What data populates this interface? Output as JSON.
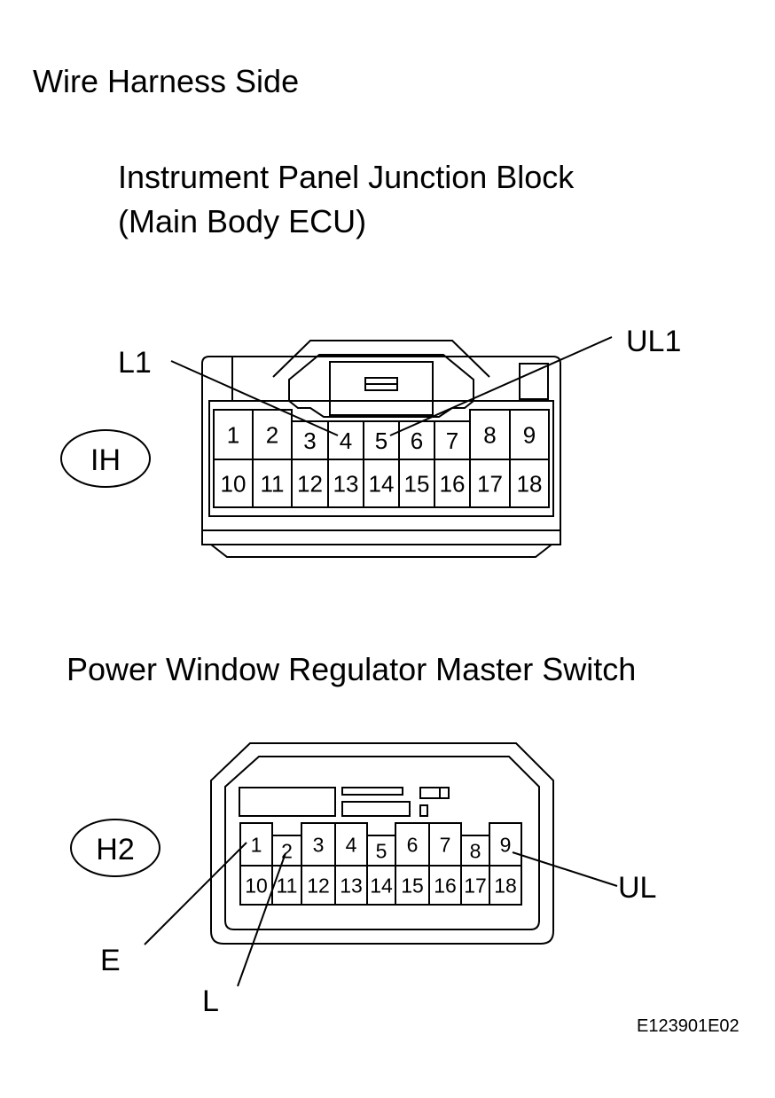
{
  "title": "Wire Harness Side",
  "code": "E123901E02",
  "connector1": {
    "name_line1": "Instrument Panel Junction Block",
    "name_line2": "(Main Body ECU)",
    "id": "IH",
    "pins_top": [
      "1",
      "2",
      "3",
      "4",
      "5",
      "6",
      "7",
      "8",
      "9"
    ],
    "pins_bottom": [
      "10",
      "11",
      "12",
      "13",
      "14",
      "15",
      "16",
      "17",
      "18"
    ],
    "callouts": [
      {
        "label": "L1",
        "pin": "4"
      },
      {
        "label": "UL1",
        "pin": "5"
      }
    ]
  },
  "connector2": {
    "name": "Power Window Regulator Master Switch",
    "id": "H2",
    "pins_top": [
      "1",
      "2",
      "3",
      "4",
      "5",
      "6",
      "7",
      "8",
      "9"
    ],
    "pins_bottom": [
      "10",
      "11",
      "12",
      "13",
      "14",
      "15",
      "16",
      "17",
      "18"
    ],
    "callouts": [
      {
        "label": "E",
        "pin": "1"
      },
      {
        "label": "L",
        "pin": "2"
      },
      {
        "label": "UL",
        "pin": "9"
      }
    ]
  }
}
